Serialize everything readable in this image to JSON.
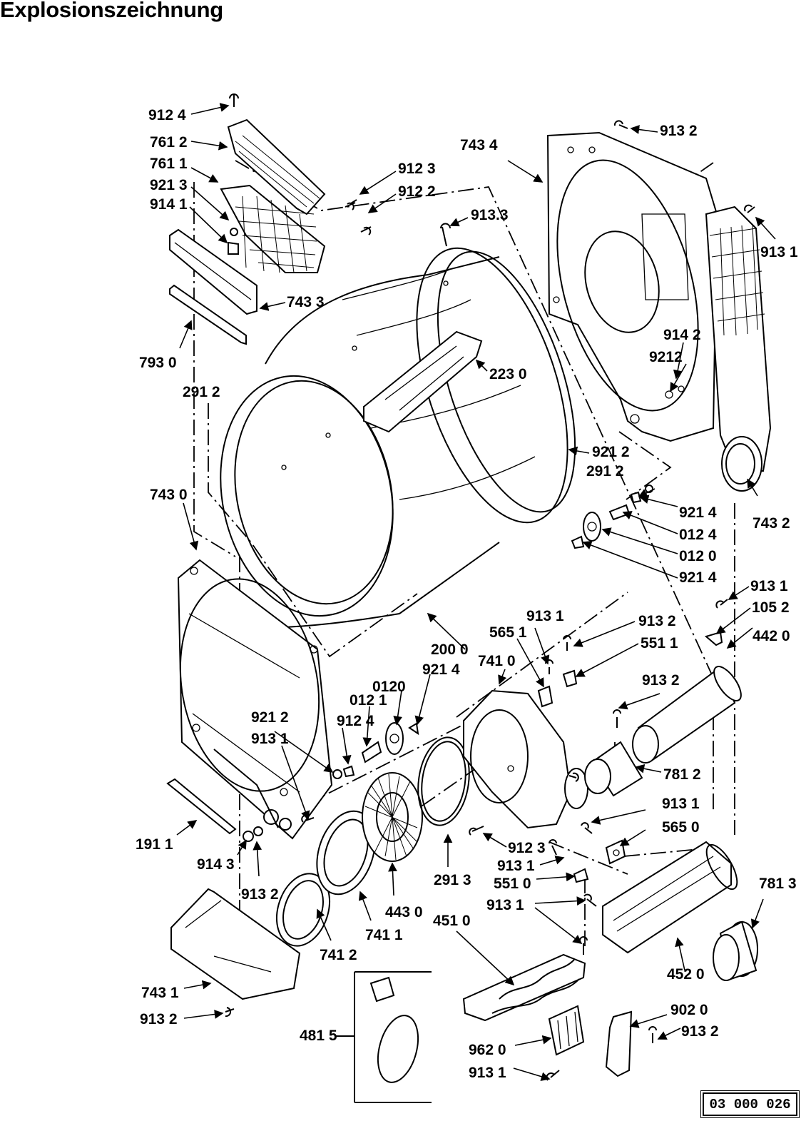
{
  "title": "Explosionszeichnung",
  "document_number": "03 000 026",
  "part_labels": [
    "912 4",
    "761 2",
    "761 1",
    "921 3",
    "914 1",
    "743 3",
    "793 0",
    "291 2",
    "912 3",
    "912 2",
    "913.3",
    "743 4",
    "913 2",
    "913 1",
    "914 2",
    "9212",
    "223 0",
    "921 2",
    "291 2",
    "921 4",
    "012 4",
    "012 0",
    "921 4",
    "743 2",
    "743 0",
    "200 0",
    "913 1",
    "105 2",
    "565 1",
    "913 1",
    "913 2",
    "551 1",
    "442 0",
    "741 0",
    "921 4",
    "0120",
    "012 1",
    "912 4",
    "921 2",
    "913 1",
    "913 2",
    "781 2",
    "913 1",
    "565 0",
    "191 1",
    "914 3",
    "913 2",
    "912 3",
    "913 1",
    "551 0",
    "291 3",
    "443 0",
    "913 1",
    "781 3",
    "741 1",
    "451 0",
    "741 2",
    "452 0",
    "743 1",
    "913 2",
    "902 0",
    "913 2",
    "481 5",
    "962 0",
    "913 1"
  ]
}
